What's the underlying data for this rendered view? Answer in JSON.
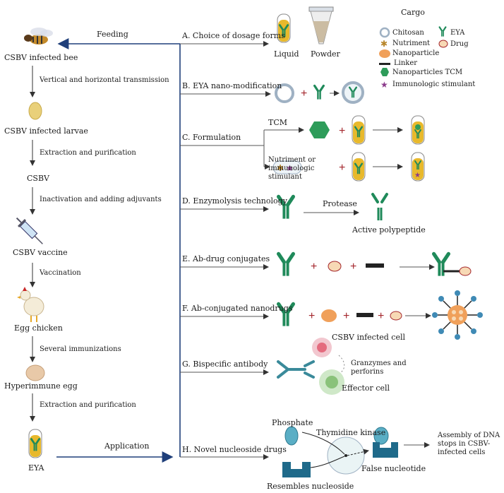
{
  "left_column": {
    "infected_bee": "CSBV infected bee",
    "transmission": "Vertical and horizontal transmission",
    "infected_larvae": "CSBV infected larvae",
    "extraction1": "Extraction and purification",
    "csbv": "CSBV",
    "inactivation": "Inactivation and adding adjuvants",
    "vaccine": "CSBV vaccine",
    "vaccination": "Vaccination",
    "egg_chicken": "Egg chicken",
    "immunizations": "Several immunizations",
    "hyperimmune_egg": "Hyperimmune egg",
    "extraction2": "Extraction and purification",
    "eya": "EYA"
  },
  "arrows": {
    "feeding": "Feeding",
    "application": "Application"
  },
  "sections": {
    "a": {
      "label": "A. Choice of dosage forms",
      "liquid": "Liquid",
      "powder": "Powder"
    },
    "b": {
      "label": "B. EYA nano-modification"
    },
    "c": {
      "label": "C.  Formulation",
      "tcm": "TCM",
      "nutriment_line1": "Nutriment or",
      "nutriment_line2": "immunologic",
      "nutriment_line3": "stimulant"
    },
    "d": {
      "label": "D. Enzymolysis technology",
      "protease": "Protease",
      "active": "Active polypeptide"
    },
    "e": {
      "label": "E. Ab-drug conjugates"
    },
    "f": {
      "label": "F. Ab-conjugated nanodrugs"
    },
    "g": {
      "label": "G. Bispecific antibody",
      "infected_cell": "CSBV infected cell",
      "granzymes_line1": "Granzymes and",
      "granzymes_line2": "perforins",
      "effector": "Effector cell"
    },
    "h": {
      "label": "H. Novel nucleoside drugs",
      "phosphate": "Phosphate",
      "kinase": "Thymidine kinase",
      "false_nuc": "False nucleotide",
      "resembles": "Resembles nucleoside",
      "assembly_line1": "Assembly of DNA",
      "assembly_line2": "stops in CSBV-",
      "assembly_line3": "infected cells"
    }
  },
  "cargo": {
    "title": "Cargo",
    "chitosan": "Chitosan",
    "eya": "EYA",
    "nutriment": "Nutriment",
    "drug": "Drug",
    "nanoparticle": "Nanoparticle",
    "linker": "Linker",
    "nano_tcm": "Nanoparticles TCM",
    "immuno": "Immunologic stimulant"
  },
  "colors": {
    "navy": "#1f3f7a",
    "antibody": "#1f8a5a",
    "tube_yellow": "#e8b92c",
    "plus": "#a4262c",
    "nanoparticle": "#f0a05a",
    "drug": "#f7d9b5",
    "cargo_bg": "#f6e6b5"
  }
}
